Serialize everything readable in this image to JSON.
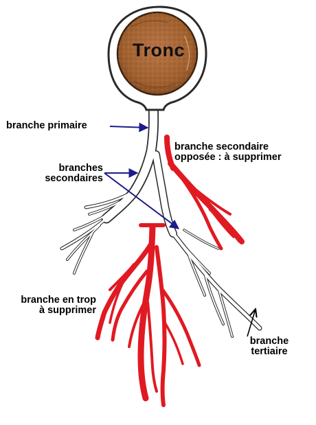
{
  "diagram": {
    "trunk_label": "Tronc",
    "labels": {
      "primary_branch": "branche primaire",
      "secondary_branches": "branches\nsecondaires",
      "opposite_secondary": "branche secondaire\nopposée : à supprimer",
      "extra_branch": "branche en trop\nà supprimer",
      "tertiary_branch": "branche\ntertiaire"
    },
    "colors": {
      "trunk_wood": "#a8693c",
      "branch_red": "#e01a22",
      "outline": "#2a2a2a",
      "branch_white": "#ffffff"
    }
  }
}
